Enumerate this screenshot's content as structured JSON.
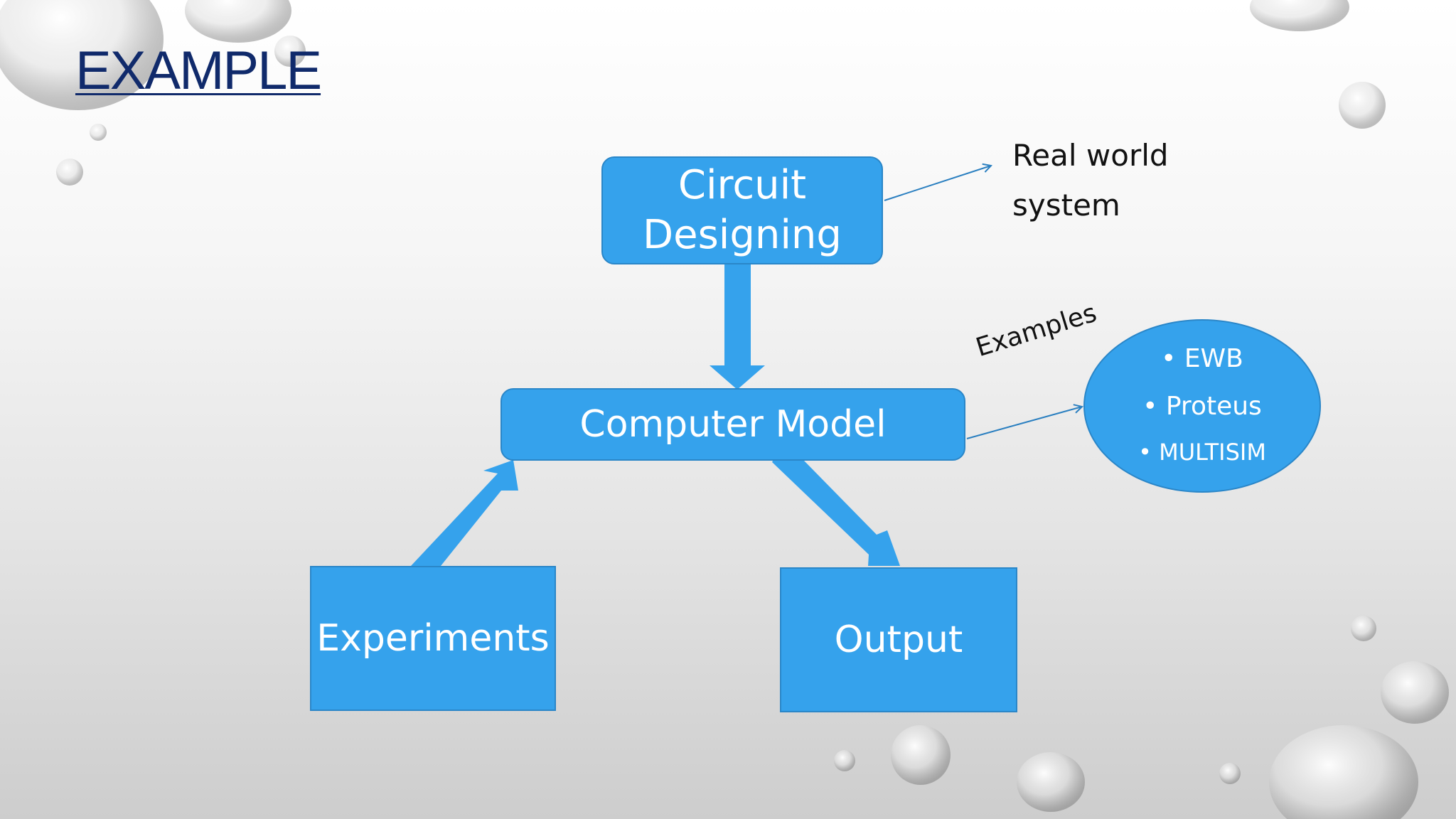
{
  "slide": {
    "title": "EXAMPLE"
  },
  "diagram": {
    "circuit_box": {
      "line1": "Circuit",
      "line2": "Designing"
    },
    "computer_model": "Computer Model",
    "experiments": "Experiments",
    "output": "Output",
    "real_world_label": {
      "line1": "Real world",
      "line2": "system"
    },
    "examples_label": "Examples",
    "tools": [
      "EWB",
      "Proteus",
      "MULTISIM"
    ]
  },
  "colors": {
    "box_fill": "#35a2ec",
    "box_border": "#2a86c8",
    "title": "#102a6b",
    "connector": "#2a7fc0"
  }
}
